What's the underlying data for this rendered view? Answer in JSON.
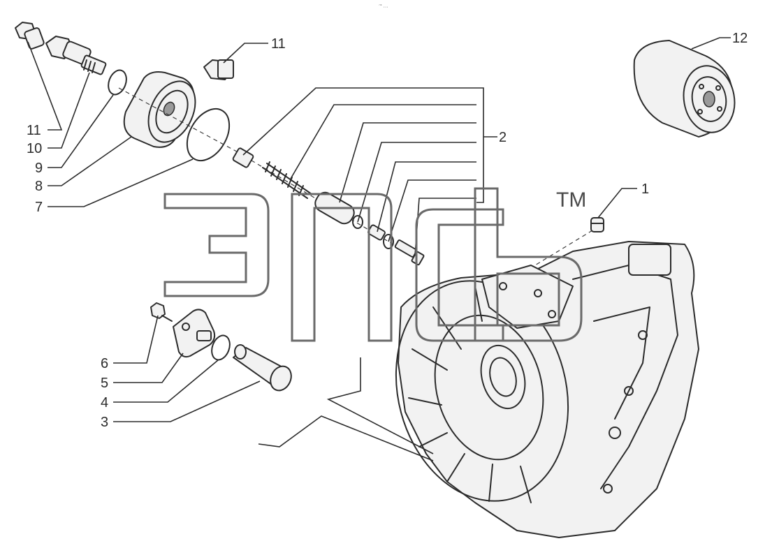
{
  "header_mark": "´˚ ···",
  "watermark": {
    "text": "ЭПСЬ",
    "trademark": "TM"
  },
  "callouts": {
    "c1": "1",
    "c2": "2",
    "c3": "3",
    "c4": "4",
    "c5": "5",
    "c6": "6",
    "c7": "7",
    "c8": "8",
    "c9": "9",
    "c10": "10",
    "c11a": "11",
    "c11b": "11",
    "c12": "12"
  },
  "colors": {
    "line": "#2b2b2b",
    "watermark": "#6a6a6a",
    "background": "#ffffff"
  }
}
